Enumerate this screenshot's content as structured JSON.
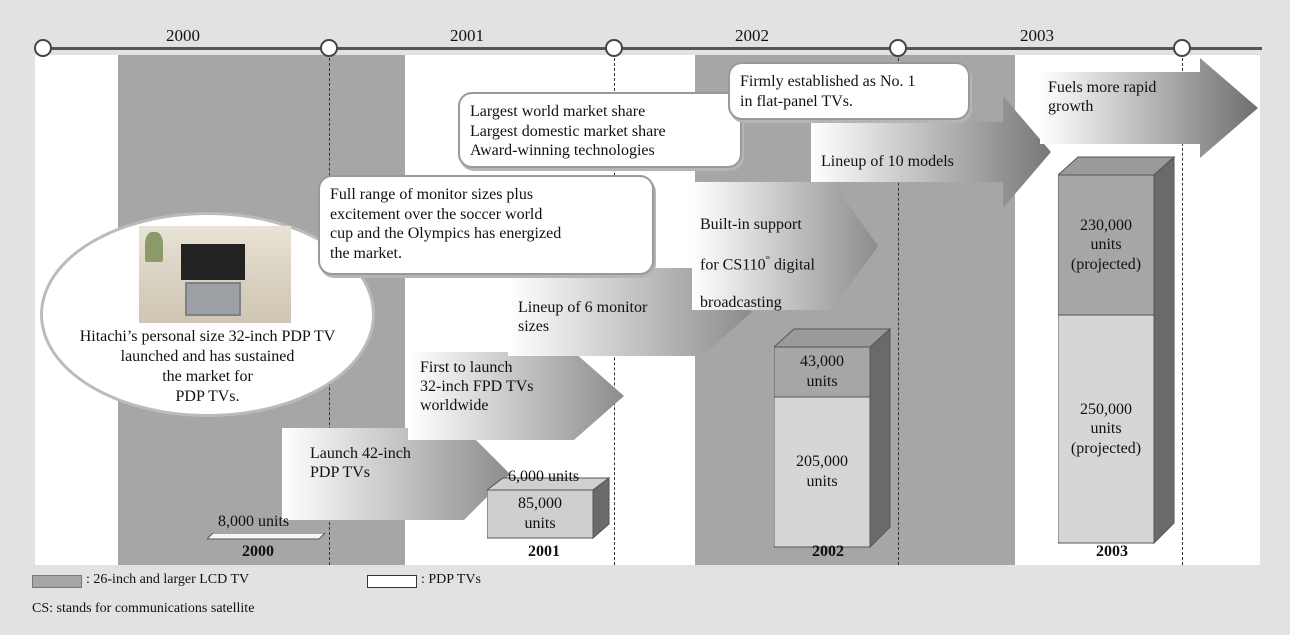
{
  "timeline": {
    "years": [
      "2000",
      "2001",
      "2002",
      "2003"
    ]
  },
  "bottom_years": [
    "2000",
    "2001",
    "2002",
    "2003"
  ],
  "photo_caption": "Hitachi’s personal size 32-inch PDP TV\nlaunched and has sustained\nthe market for\nPDP TVs.",
  "arrows": {
    "launch_42": "Launch 42-inch\nPDP TVs",
    "first_32": "First to launch\n32-inch FPD TVs\nworldwide",
    "lineup_6": "Lineup of 6 monitor\nsizes",
    "cs110_line1": "Built-in support",
    "cs110_line2a": "for CS110",
    "cs110_deg": "°",
    "cs110_line2b": " digital",
    "cs110_line3": "broadcasting",
    "lineup_10": "Lineup of 10 models",
    "fuels": "Fuels more rapid\ngrowth"
  },
  "bubbles": {
    "full_range": "Full range of monitor sizes plus\nexcitement over the soccer world\ncup and the Olympics has energized\nthe market.",
    "largest": "Largest world market share\nLargest domestic market share\nAward-winning technologies",
    "no1": "Firmly established as No. 1\nin flat-panel TVs."
  },
  "bars": {
    "y2000_pdp": "8,000 units",
    "y2001_lcd": "6,000 units",
    "y2001_pdp": "85,000\nunits",
    "y2002_lcd": "43,000\nunits",
    "y2002_pdp": "205,000\nunits",
    "y2003_lcd": "230,000\nunits\n(projected)",
    "y2003_pdp": "250,000\nunits\n(projected)"
  },
  "legend": {
    "lcd": ": 26-inch and larger LCD TV",
    "pdp": ": PDP TVs"
  },
  "footnote": "CS: stands for communications satellite",
  "colors": {
    "background": "#e2e2e2",
    "lcd_band": "#a6a6a6",
    "pdp_white": "#ffffff"
  }
}
